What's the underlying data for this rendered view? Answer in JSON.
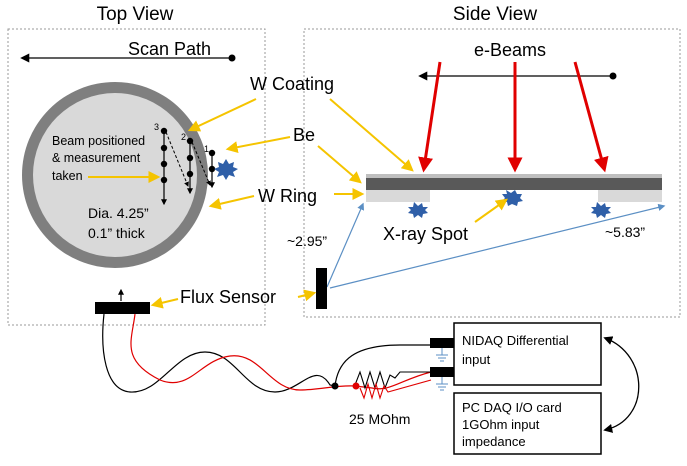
{
  "top_view": {
    "title": "Top View",
    "scan_path_label": "Scan Path",
    "beam_note_line1": "Beam positioned",
    "beam_note_line2": "& measurement",
    "beam_note_line3": "taken",
    "dia_line1": "Dia. 4.25”",
    "dia_line2": "0.1” thick",
    "scan_numbers": [
      "3",
      "2",
      "1"
    ]
  },
  "side_view": {
    "title": "Side View",
    "ebeams_label": "e-Beams",
    "xray_label": "X-ray Spot",
    "dist_left": "~2.95”",
    "dist_right": "~5.83”"
  },
  "labels": {
    "w_coating": "W Coating",
    "be": "Be",
    "w_ring": "W Ring",
    "flux_sensor": "Flux Sensor",
    "resistor": "25 MOhm"
  },
  "boxes": {
    "nidaq_line1": "NIDAQ Differential",
    "nidaq_line2": "input",
    "pcdaq_line1": "PC DAQ I/O card",
    "pcdaq_line2": "1GOhm input",
    "pcdaq_line3": "impedance"
  },
  "colors": {
    "yellow_arrow": "#f5c400",
    "red_beam": "#e00000",
    "blue_dist": "#5b8fc4",
    "ring_gray": "#7f7f7f",
    "disk_gray": "#d9d9d9",
    "spot_blue": "#2f5fa8"
  }
}
